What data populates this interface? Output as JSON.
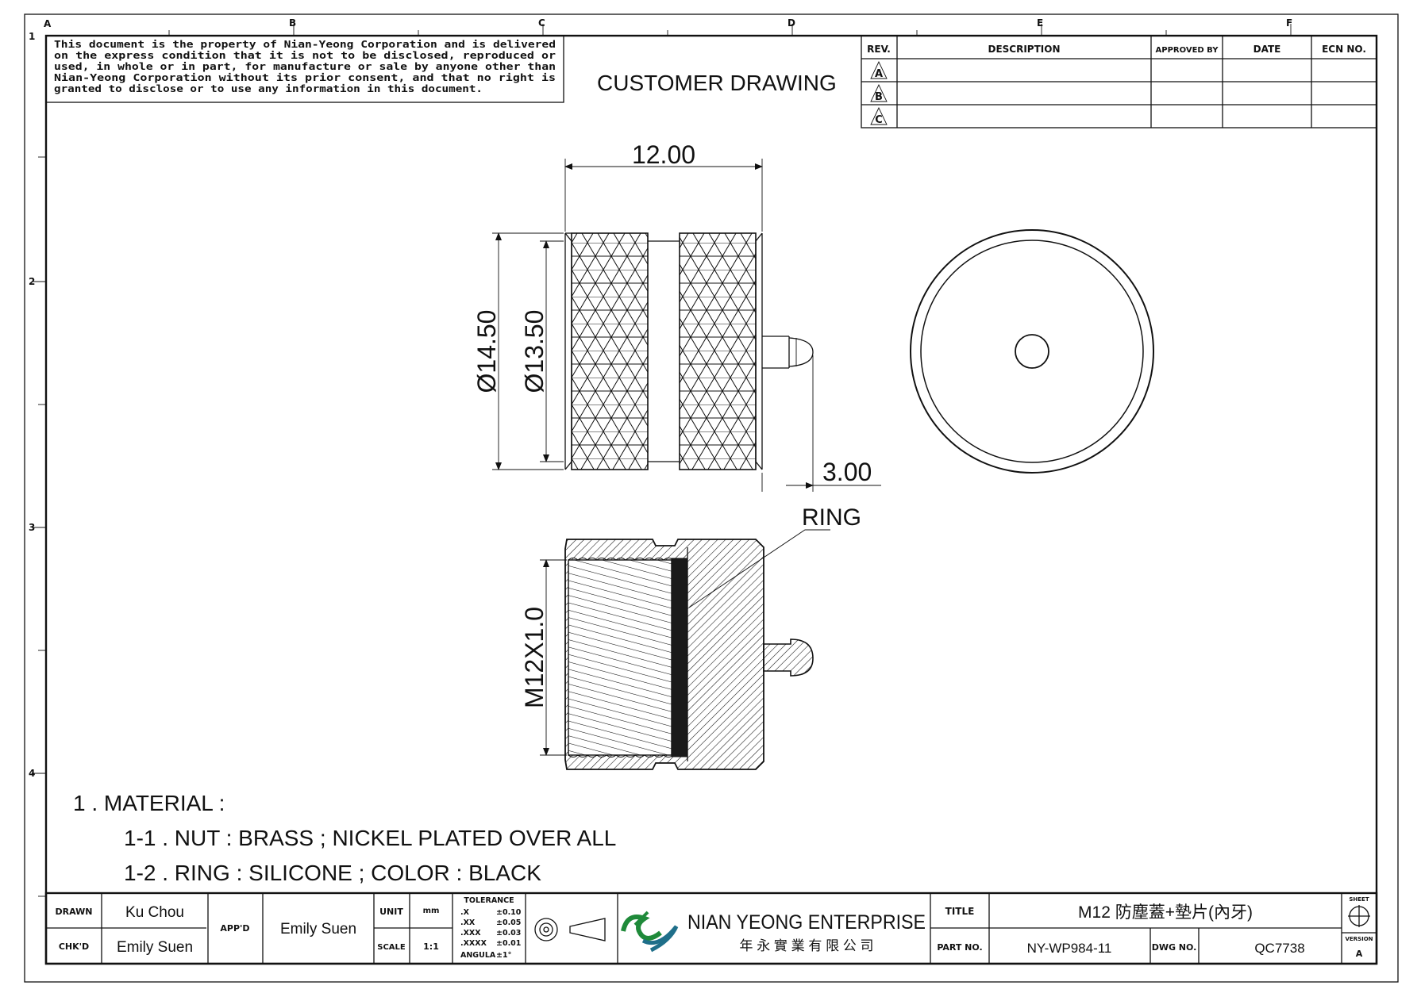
{
  "frame": {
    "column_letters": [
      "A",
      "B",
      "C",
      "D",
      "E",
      "F"
    ],
    "row_numbers": [
      "1",
      "2",
      "3",
      "4"
    ]
  },
  "notice": [
    "This document is the property of Nian-Yeong Corporation and is delivered",
    "on  the  express condition that it is not to be disclosed, reproduced or",
    "used, in whole or in part, for manufacture or sale by anyone other than",
    "Nian-Yeong Corporation without  its prior consent, and that  no right  is",
    "granted to disclose or to use any information in this  document."
  ],
  "heading": "CUSTOMER  DRAWING",
  "revision_table": {
    "headers": [
      "REV.",
      "DESCRIPTION",
      "APPROVED BY",
      "DATE",
      "ECN NO."
    ],
    "rows": [
      {
        "rev": "A"
      },
      {
        "rev": "B"
      },
      {
        "rev": "C"
      }
    ]
  },
  "dimensions": {
    "length": "12.00",
    "outer_diameter": "Ø14.50",
    "inner_diameter": "Ø13.50",
    "pin_length": "3.00",
    "thread": "M12X1.0",
    "ring_label": "RING"
  },
  "notes": [
    "1 . MATERIAL :",
    "1-1 . NUT : BRASS ; NICKEL PLATED OVER ALL",
    "1-2 . RING : SILICONE ; COLOR : BLACK"
  ],
  "title_block": {
    "drawn_label": "DRAWN",
    "drawn_value": "Ku Chou",
    "checked_label": "CHK'D",
    "checked_value": "Emily Suen",
    "approved_label": "APP'D",
    "approved_value": "Emily Suen",
    "unit_label": "UNIT",
    "unit_value": "mm",
    "scale_label": "SCALE",
    "scale_value": "1:1",
    "tolerance_label": "TOLERANCE",
    "tolerances": [
      {
        "k": ".X",
        "v": "±0.10"
      },
      {
        "k": ".XX",
        "v": "±0.05"
      },
      {
        "k": ".XXX",
        "v": "±0.03"
      },
      {
        "k": ".XXXX",
        "v": "±0.01"
      },
      {
        "k": "ANGULA",
        "v": "±1°"
      }
    ],
    "company_en": "NIAN YEONG ENTERPRISE",
    "company_zh": "年 永 實 業 有 限 公 司",
    "title_label": "TITLE",
    "title_value": "M12  防塵蓋+墊片(內牙)",
    "part_label": "PART NO.",
    "part_value": "NY-WP984-11",
    "dwg_label": "DWG NO.",
    "dwg_value": "QC7738",
    "sheet_label": "SHEET",
    "version_label": "VERSION",
    "version_value": "A"
  }
}
